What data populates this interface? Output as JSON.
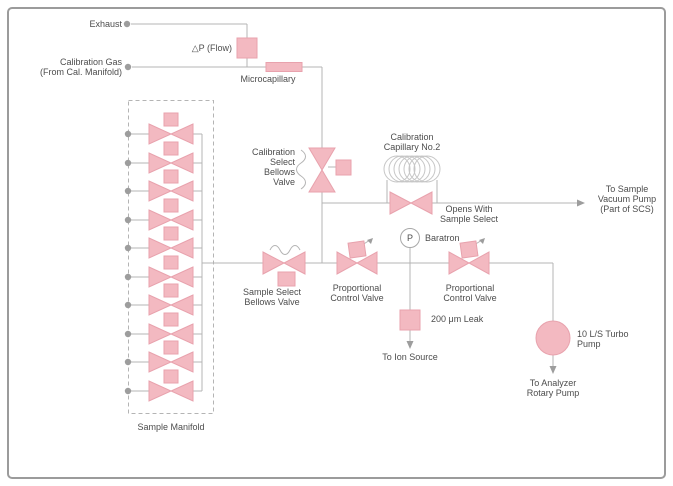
{
  "colors": {
    "valve_fill": "#f3b9c1",
    "valve_stroke": "#e8a2ad",
    "line": "#b4b4b4",
    "coil_stroke": "#c6c6c6",
    "dot": "#9d9d9d",
    "text": "#4d4d4d",
    "frame_border": "#9b9b9b"
  },
  "labels": {
    "exhaust": "Exhaust",
    "calibration_gas": [
      "Calibration Gas",
      "(From Cal. Manifold)"
    ],
    "dp_flow": "△P (Flow)",
    "microcapillary": "Microcapillary",
    "calibration_select_valve": [
      "Calibration",
      "Select",
      "Bellows",
      "Valve"
    ],
    "calibration_capillary": [
      "Calibration",
      "Capillary No.2"
    ],
    "opens_with": [
      "Opens With",
      "Sample Select"
    ],
    "to_sample_vacuum_pump": [
      "To Sample",
      "Vacuum Pump",
      "(Part of SCS)"
    ],
    "baratron_symbol": "P",
    "baratron": "Baratron",
    "proportional_control_valve_left": [
      "Proportional",
      "Control Valve"
    ],
    "proportional_control_valve_right": [
      "Proportional",
      "Control Valve"
    ],
    "sample_select_valve": [
      "Sample Select",
      "Bellows Valve"
    ],
    "leak": "200 μm Leak",
    "to_ion_source": "To Ion Source",
    "turbo_pump": [
      "10 L/S Turbo",
      "Pump"
    ],
    "to_analyzer_rotary_pump": [
      "To Analyzer",
      "Rotary Pump"
    ],
    "sample_manifold": "Sample Manifold"
  },
  "components": {
    "sample_manifold_valve_count": 10
  }
}
